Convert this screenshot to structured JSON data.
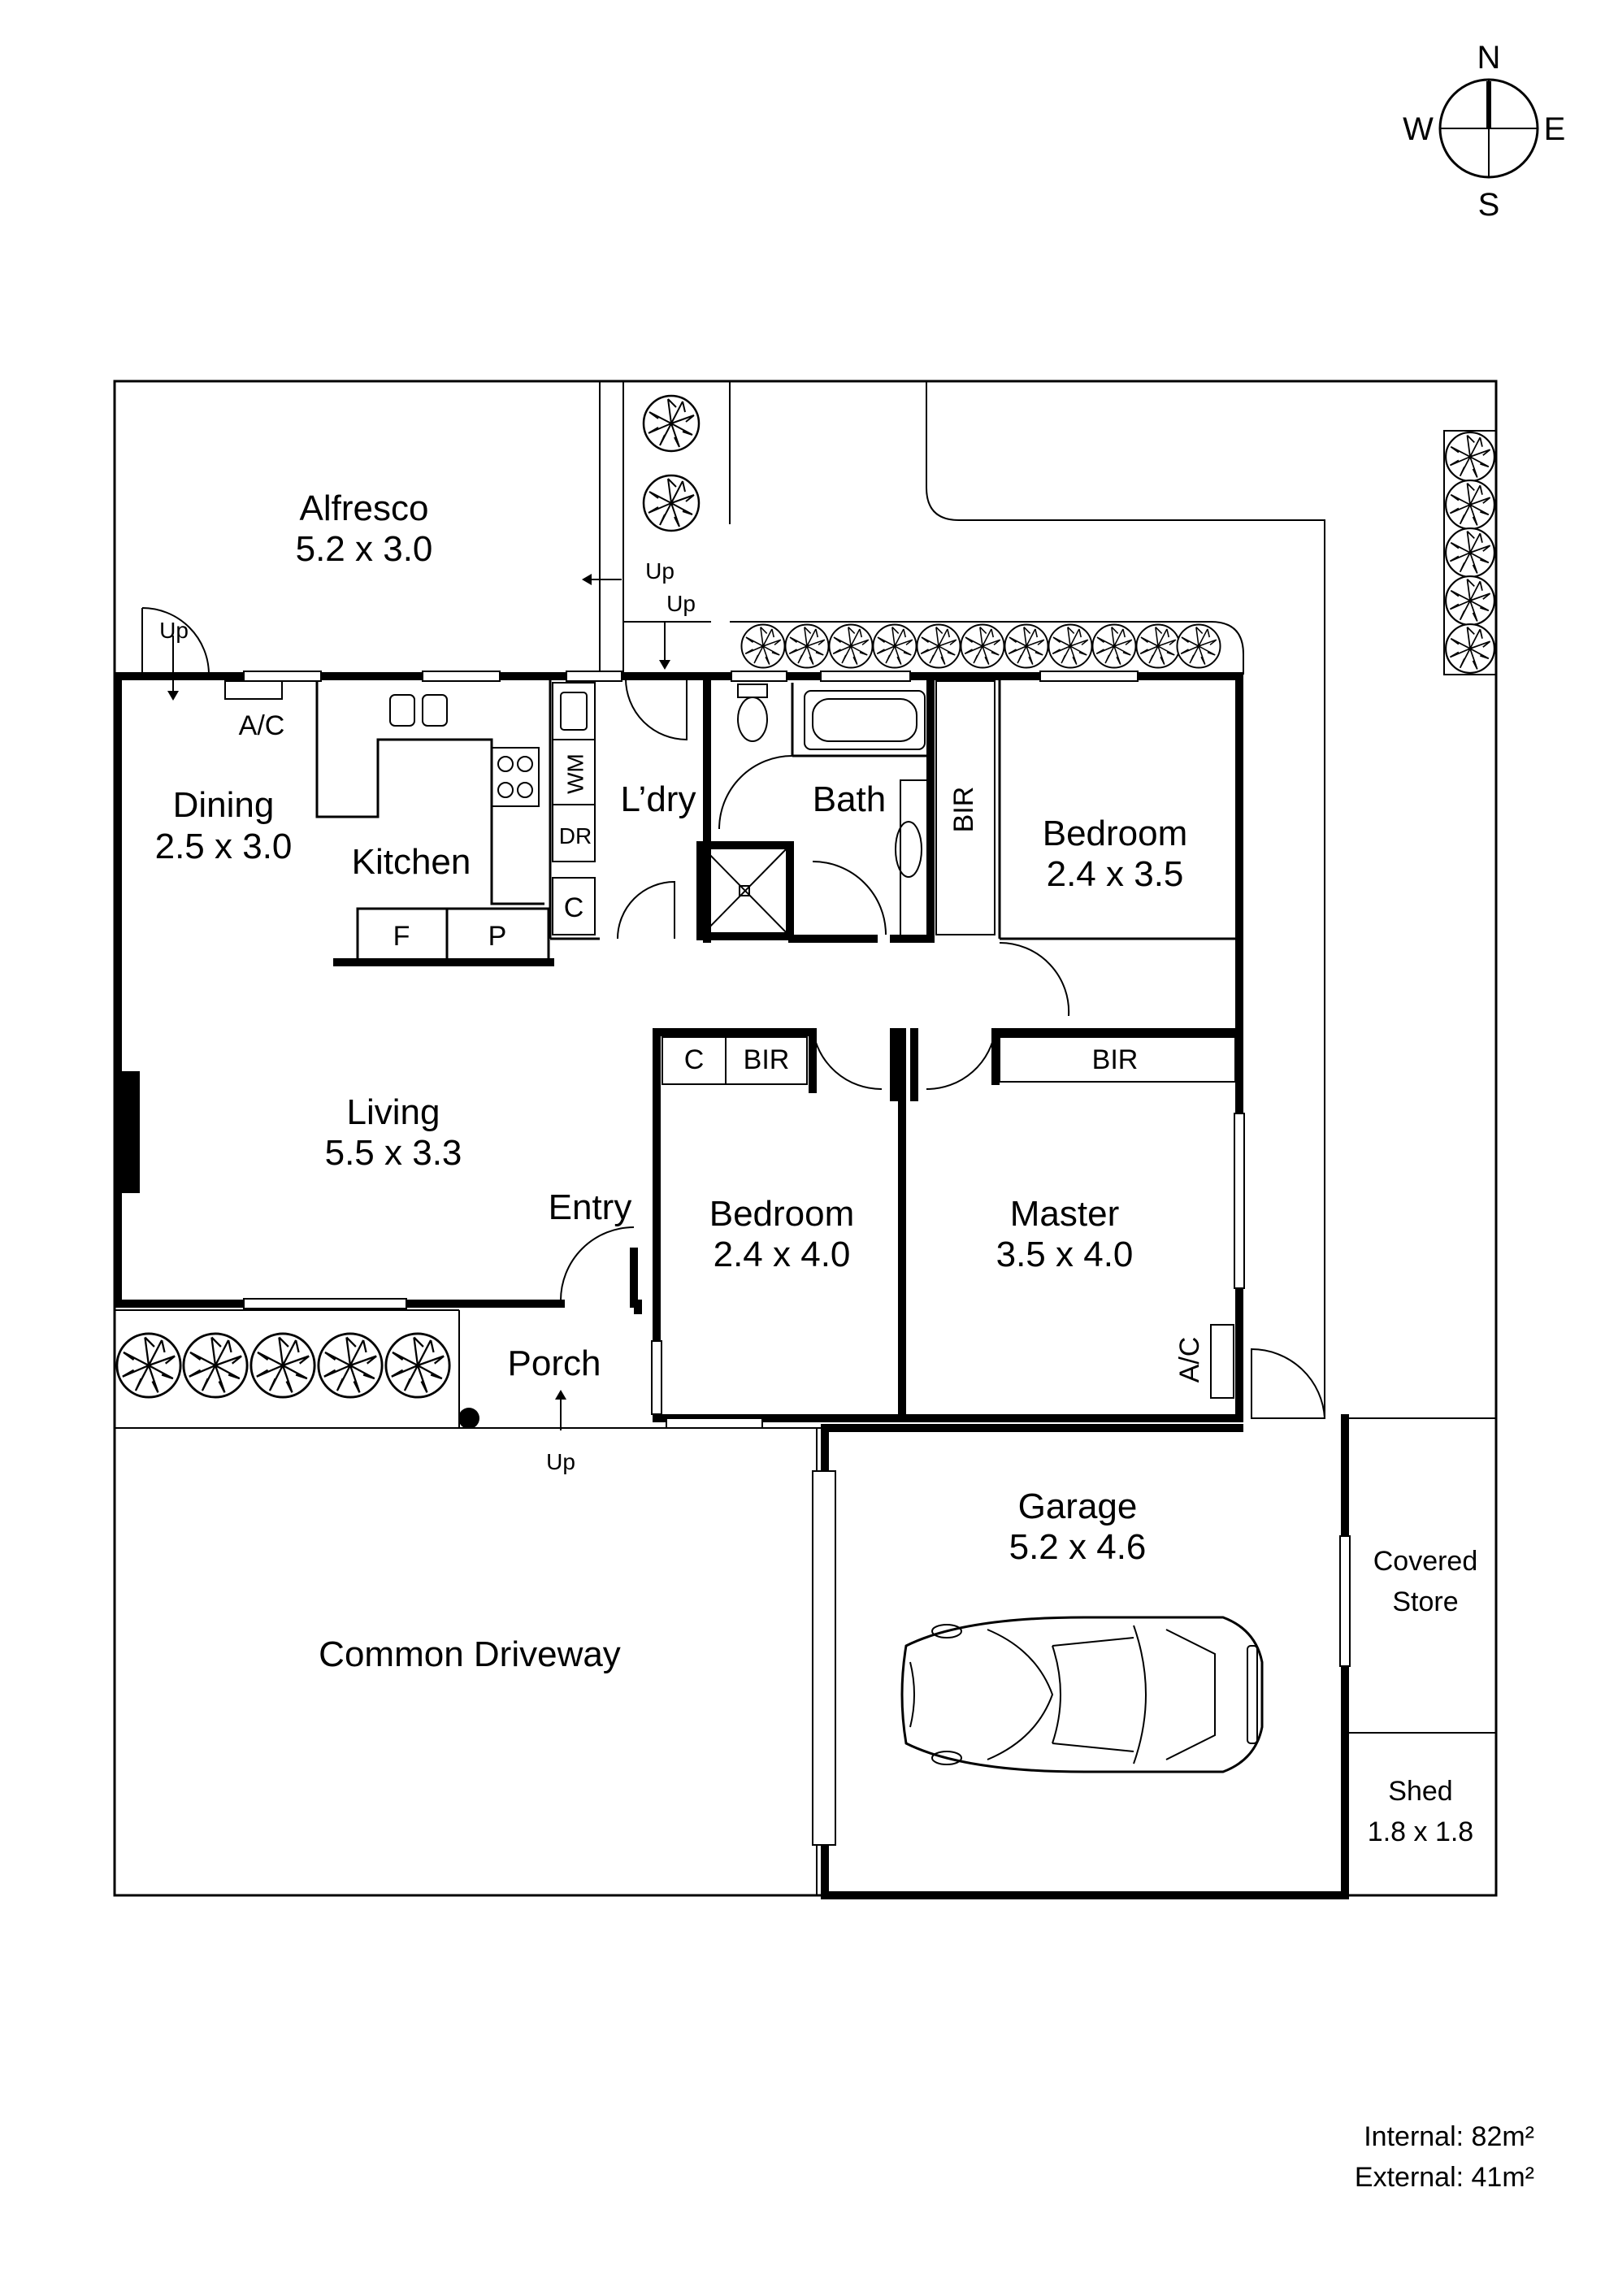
{
  "compass": {
    "n": "N",
    "e": "E",
    "s": "S",
    "w": "W"
  },
  "rooms": {
    "alfresco": {
      "name": "Alfresco",
      "dim": "5.2 x 3.0"
    },
    "dining": {
      "name": "Dining",
      "dim": "2.5 x 3.0"
    },
    "kitchen": {
      "name": "Kitchen"
    },
    "laundry": {
      "name": "L’dry"
    },
    "bath": {
      "name": "Bath"
    },
    "bedroom2": {
      "name": "Bedroom",
      "dim": "2.4 x 3.5"
    },
    "living": {
      "name": "Living",
      "dim": "5.5 x 3.3"
    },
    "entry": {
      "name": "Entry"
    },
    "bedroom3": {
      "name": "Bedroom",
      "dim": "2.4 x 4.0"
    },
    "master": {
      "name": "Master",
      "dim": "3.5 x 4.0"
    },
    "porch": {
      "name": "Porch"
    },
    "garage": {
      "name": "Garage",
      "dim": "5.2 x 4.6"
    },
    "covered_store": {
      "line1": "Covered",
      "line2": "Store"
    },
    "shed": {
      "name": "Shed",
      "dim": "1.8 x 1.8"
    },
    "driveway": {
      "name": "Common Driveway"
    }
  },
  "fixtures": {
    "up": "Up",
    "ac": "A/C",
    "wm": "WM",
    "dr": "DR",
    "c": "C",
    "bir": "BIR",
    "f": "F",
    "p": "P"
  },
  "areas": {
    "internal": "Internal: 82m²",
    "external": "External: 41m²"
  }
}
